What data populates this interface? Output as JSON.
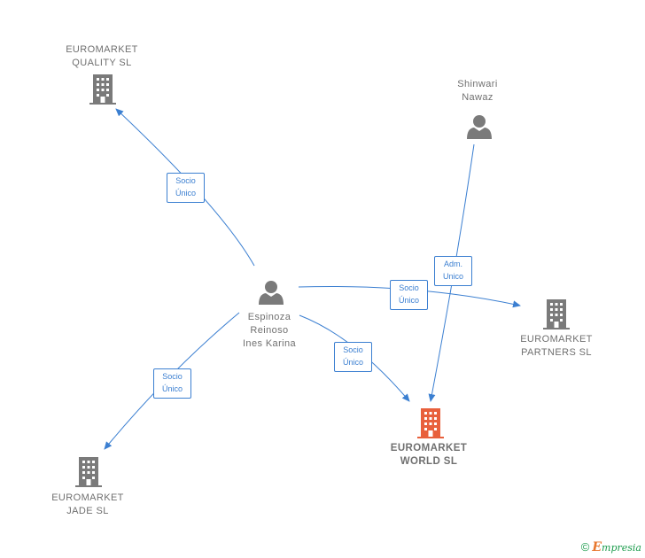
{
  "nodes": {
    "quality": {
      "label": "EUROMARKET\nQUALITY  SL"
    },
    "shinwari": {
      "label": "Shinwari\nNawaz"
    },
    "espinoza": {
      "label": "Espinoza\nReinoso\nInes Karina"
    },
    "partners": {
      "label": "EUROMARKET\nPARTNERS  SL"
    },
    "world": {
      "label": "EUROMARKET\nWORLD  SL"
    },
    "jade": {
      "label": "EUROMARKET\nJADE  SL"
    }
  },
  "edges": {
    "to_quality": {
      "label": "Socio\nÚnico"
    },
    "to_partners": {
      "label": "Socio\nÚnico"
    },
    "to_world": {
      "label": "Socio\nÚnico"
    },
    "to_jade": {
      "label": "Socio\nÚnico"
    },
    "shinwari_to_world": {
      "label": "Adm.\nUnico"
    }
  },
  "colors": {
    "edge": "#3b7fd1",
    "node_icon": "#7a7a7a",
    "main_icon": "#e8603c"
  },
  "footer": {
    "copyright": "©",
    "brand_first": "E",
    "brand_rest": "mpresia"
  }
}
